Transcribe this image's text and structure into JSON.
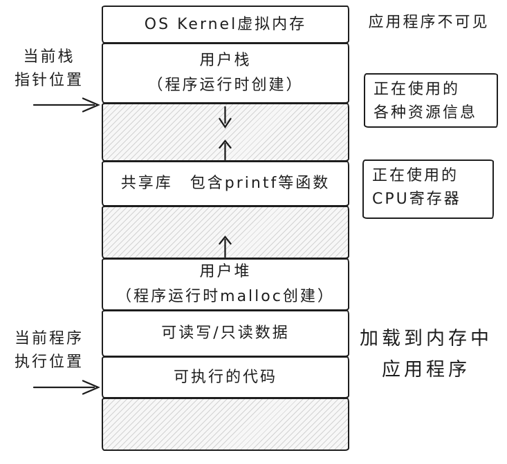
{
  "main_stack": {
    "kernel": {
      "label": "OS Kernel虚拟内存"
    },
    "user_stack": {
      "line1": "用户栈",
      "line2": "（程序运行时创建）"
    },
    "shared_lib": {
      "label": "共享库　包含printf等函数"
    },
    "user_heap": {
      "line1": "用户堆",
      "line2": "（程序运行时malloc创建）"
    },
    "rw_data": {
      "label": "可读写/只读数据"
    },
    "exec_code": {
      "label": "可执行的代码"
    }
  },
  "left_annotations": {
    "stack_pointer": {
      "line1": "当前栈",
      "line2": "指针位置"
    },
    "exec_position": {
      "line1": "当前程序",
      "line2": "执行位置"
    }
  },
  "right_annotations": {
    "kernel_note": "应用程序不可见",
    "resources_box": {
      "line1": "正在使用的",
      "line2": "各种资源信息"
    },
    "cpu_box": {
      "line1": "正在使用的",
      "line2": "CPU寄存器"
    },
    "loaded_note": {
      "line1": "加载到内存中",
      "line2": "应用程序"
    }
  },
  "icons": {
    "down_arrow": "↓",
    "up_arrow": "↑",
    "right_arrow": "→"
  },
  "colors": {
    "ink": "#1d1d1d",
    "hatch_line": "#969696",
    "hatch_background": "#f7f7f7",
    "page_background": "#ffffff"
  }
}
